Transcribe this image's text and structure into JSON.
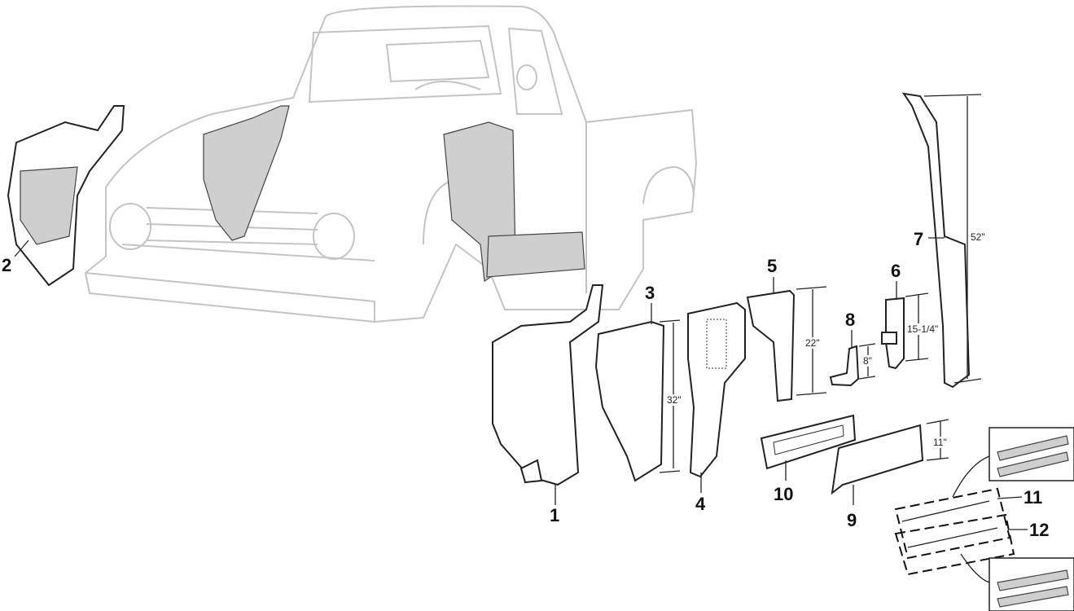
{
  "callouts": {
    "c1": "1",
    "c2": "2",
    "c3": "3",
    "c4": "4",
    "c5": "5",
    "c6": "6",
    "c7": "7",
    "c8": "8",
    "c9": "9",
    "c10": "10",
    "c11": "11",
    "c12": "12"
  },
  "dimensions": {
    "d7": "52\"",
    "d5": "22\"",
    "d6": "15-1/4\"",
    "d8": "8\"",
    "d3": "32\"",
    "d9": "11\""
  },
  "colors": {
    "line": "#222222",
    "truck": "#c4c4c4",
    "fill": "#cfcfcf"
  }
}
